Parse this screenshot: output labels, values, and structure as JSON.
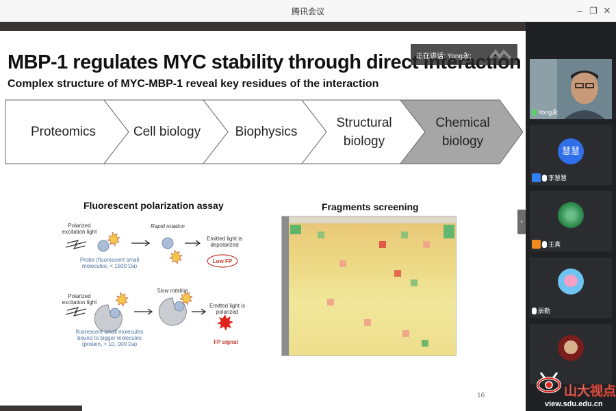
{
  "window": {
    "title": "腾讯会议"
  },
  "speaking": {
    "text": "正在讲话: Yong永;"
  },
  "slide": {
    "title": "MBP-1 regulates MYC stability through direct interaction",
    "subtitle": "Complex structure of MYC-MBP-1 reveal key residues of the interaction",
    "steps": [
      "Proteomics",
      "Cell biology",
      "Biophysics",
      "Structural biology",
      "Chemical biology"
    ],
    "fp": {
      "title": "Fluorescent polarization assay",
      "labels": {
        "polarized1": "Polarized excitation light",
        "rapid": "Rapid rotation",
        "emitted1": "Emitted light is depolarized",
        "probe": "Probe (fluorescent small molecules, < 1500 Da)",
        "lowfp": "Low FP",
        "polarized2": "Polarized excitation light",
        "slow": "Slow rotation",
        "emitted2": "Emitted light is polarized",
        "bound": "fluorescent small molecules bound to bigger molecules (protein, > 10, 000 Da)",
        "fpsignal": "FP signal"
      }
    },
    "fragments": {
      "title": "Fragments screening"
    },
    "page": "16"
  },
  "participants": [
    {
      "name": "Yong永",
      "avatar_text": ""
    },
    {
      "name": "李慧慧",
      "avatar_text": "慧慧"
    },
    {
      "name": "王真",
      "avatar_text": ""
    },
    {
      "name": "辰勤",
      "avatar_text": ""
    },
    {
      "name": "",
      "avatar_text": ""
    }
  ],
  "watermark": {
    "text": "山大视点",
    "url": "view.sdu.edu.cn"
  },
  "colors": {
    "accent": "#2f6fea",
    "avatar_blue": "#2f6fea",
    "badge_orange": "#f28a1e",
    "badge_blue": "#2f7ff5"
  }
}
